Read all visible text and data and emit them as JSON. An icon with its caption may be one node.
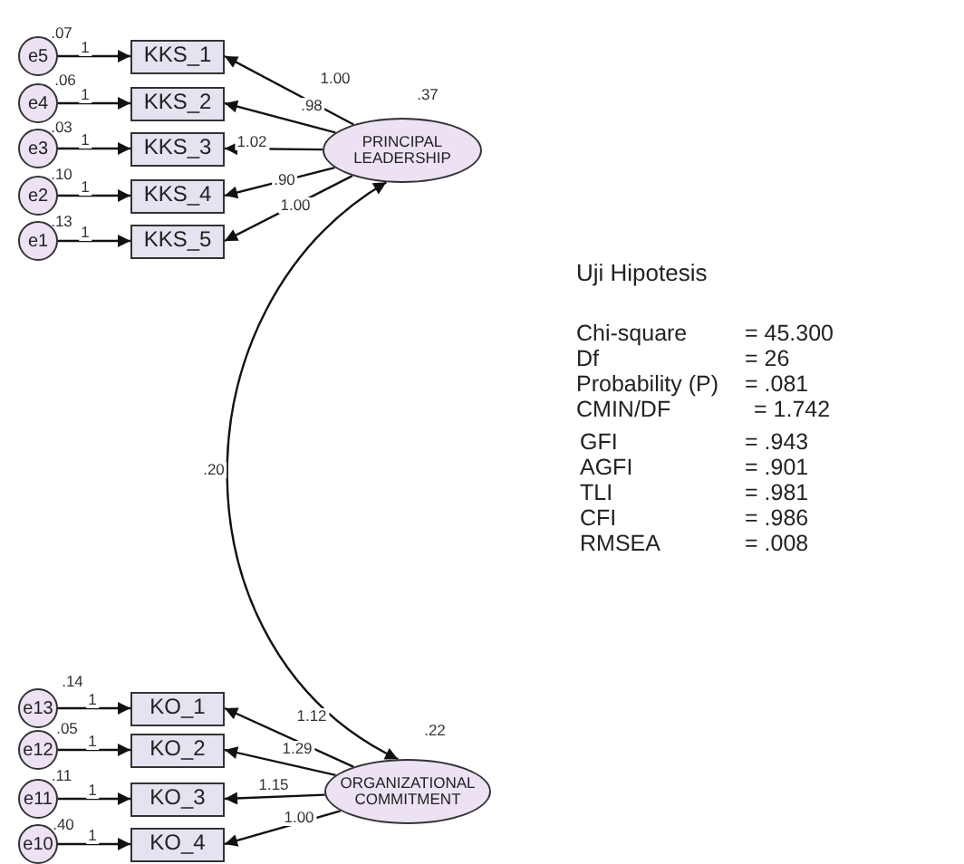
{
  "diagram": {
    "nodes": [
      {
        "text": [
          "e5"
        ],
        "beside": [
          ".07"
        ]
      },
      {
        "text": [
          "e4"
        ],
        "beside": [
          ".06"
        ]
      },
      {
        "text": [
          "e3"
        ],
        "beside": [
          ".03"
        ]
      },
      {
        "text": [
          "e2"
        ],
        "beside": [
          ".10"
        ]
      },
      {
        "text": [
          "e1"
        ],
        "beside": [
          ".13"
        ]
      },
      {
        "text": [
          "KKS_1"
        ]
      },
      {
        "text": [
          "KKS_2"
        ]
      },
      {
        "text": [
          "KKS_3"
        ]
      },
      {
        "text": [
          "KKS_4"
        ]
      },
      {
        "text": [
          "KKS_5"
        ]
      },
      {
        "text": [
          "PRINCIPAL LEADERSHIP"
        ],
        "beside": [
          ".37"
        ]
      },
      {
        "text": [
          "e13"
        ],
        "beside": [
          ".14"
        ]
      },
      {
        "text": [
          "e12"
        ],
        "beside": [
          ".05"
        ]
      },
      {
        "text": [
          "e11"
        ],
        "beside": [
          ".11"
        ]
      },
      {
        "text": [
          "e10"
        ],
        "beside": [
          ".40"
        ]
      },
      {
        "text": [
          "KO_1"
        ]
      },
      {
        "text": [
          "KO_2"
        ]
      },
      {
        "text": [
          "KO_3"
        ]
      },
      {
        "text": [
          "KO_4"
        ]
      },
      {
        "text": [
          "ORGANIZATIONAL COMMITMENT"
        ],
        "beside": [
          ".22"
        ]
      }
    ],
    "edges": [
      {
        "from": 0,
        "to": 5,
        "arrow": "to",
        "label": "1"
      },
      {
        "from": 1,
        "to": 6,
        "arrow": "to",
        "label": "1"
      },
      {
        "from": 2,
        "to": 7,
        "arrow": "to",
        "label": "1"
      },
      {
        "from": 3,
        "to": 8,
        "arrow": "to",
        "label": "1"
      },
      {
        "from": 4,
        "to": 9,
        "arrow": "to",
        "label": "1"
      },
      {
        "from": 10,
        "to": 5,
        "arrow": "to",
        "label": "1.00"
      },
      {
        "from": 10,
        "to": 6,
        "arrow": "to",
        "label": ".98"
      },
      {
        "from": 10,
        "to": 7,
        "arrow": "to",
        "label": "1.02"
      },
      {
        "from": 10,
        "to": 8,
        "arrow": "to",
        "label": ".90"
      },
      {
        "from": 10,
        "to": 9,
        "arrow": "to",
        "label": "1.00"
      },
      {
        "from": 11,
        "to": 15,
        "arrow": "to",
        "label": "1"
      },
      {
        "from": 12,
        "to": 16,
        "arrow": "to",
        "label": "1"
      },
      {
        "from": 13,
        "to": 17,
        "arrow": "to",
        "label": "1"
      },
      {
        "from": 14,
        "to": 18,
        "arrow": "to",
        "label": "1"
      },
      {
        "from": 19,
        "to": 15,
        "arrow": "to",
        "label": "1.12"
      },
      {
        "from": 19,
        "to": 16,
        "arrow": "to",
        "label": "1.29"
      },
      {
        "from": 19,
        "to": 17,
        "arrow": "to",
        "label": "1.15"
      },
      {
        "from": 19,
        "to": 18,
        "arrow": "to",
        "label": "1.00"
      },
      {
        "from": 10,
        "to": 19,
        "arrow": "both",
        "label": ".20"
      }
    ],
    "labels": [
      "Uji Hipotesis",
      "Chi-square",
      "= 45.300",
      "Df",
      "= 26",
      "Probability (P)",
      "= .081",
      "CMIN/DF",
      "= 1.742",
      "GFI",
      "= .943",
      "AGFI",
      "= .901",
      "TLI",
      "= .981",
      "CFI",
      "= .986",
      "RMSEA",
      "= .008"
    ]
  }
}
